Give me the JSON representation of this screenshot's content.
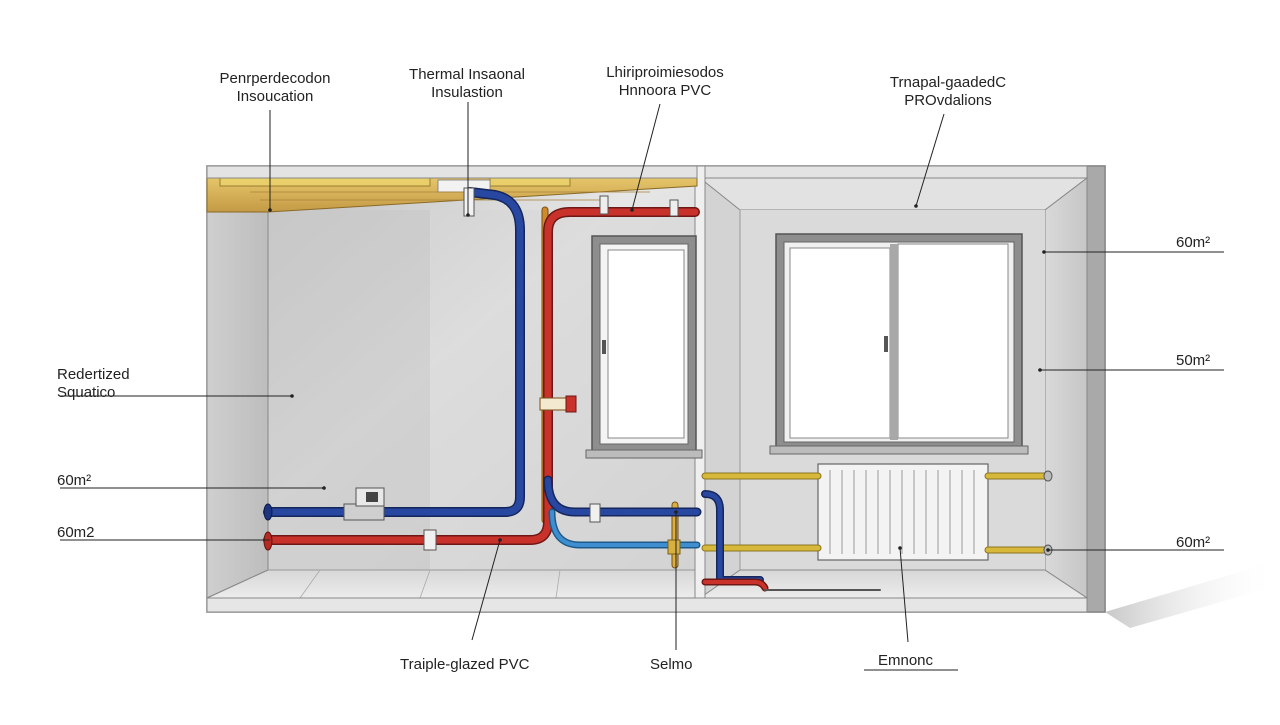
{
  "labels": {
    "top_1": {
      "line1": "Penrperdecodon",
      "line2": "Insoucation"
    },
    "top_2": {
      "line1": "Thermal Insaonal",
      "line2": "Insulastion"
    },
    "top_3": {
      "line1": "Lhiriproimiesodos",
      "line2": "Hnnoora PVC"
    },
    "top_4": {
      "line1": "Trnapal-gaadedC",
      "line2": "PROvdalions"
    },
    "left_1": {
      "line1": "Redertized",
      "line2": "Squatico"
    },
    "left_2": "60m²",
    "left_3": "60m2",
    "right_1": "60m²",
    "right_2": "50m²",
    "right_3": "60m²",
    "bottom_1": "Traiple-glazed PVC",
    "bottom_2": "Selmo",
    "bottom_3": "Emnonc"
  },
  "colors": {
    "hot_pipe": "#c8322b",
    "cold_pipe": "#2747a0",
    "light_blue_pipe": "#3f8fd0",
    "copper_pipe": "#d08a2c",
    "yellow_pipe": "#d6b83a",
    "insulation": "#d9b25a",
    "wall": "#d4d4d4"
  }
}
